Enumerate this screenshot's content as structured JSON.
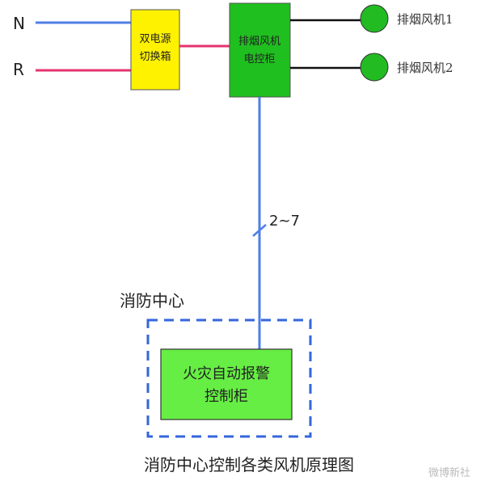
{
  "inputs": {
    "n_label": "N",
    "r_label": "R"
  },
  "switch_box": {
    "line1": "双电源",
    "line2": "切换箱"
  },
  "control_cabinet": {
    "line1": "排烟风机",
    "line2": "电控柜"
  },
  "fans": [
    {
      "label": "排烟风机1"
    },
    {
      "label": "排烟风机2"
    }
  ],
  "cable": {
    "label": "2~7"
  },
  "fire_center": {
    "label": "消防中心"
  },
  "alarm_panel": {
    "line1": "火灾自动报警",
    "line2": "控制柜"
  },
  "caption": "消防中心控制各类风机原理图",
  "watermark": "微博新社",
  "colors": {
    "blue_wire": "#4f7fe6",
    "pink_wire": "#e6336e",
    "switch_box_fill": "#fff200",
    "cabinet_fill": "#1fbf1f",
    "fan_fill": "#22bb22",
    "alarm_fill": "#66ee44",
    "dashed_border": "#3366dd"
  }
}
